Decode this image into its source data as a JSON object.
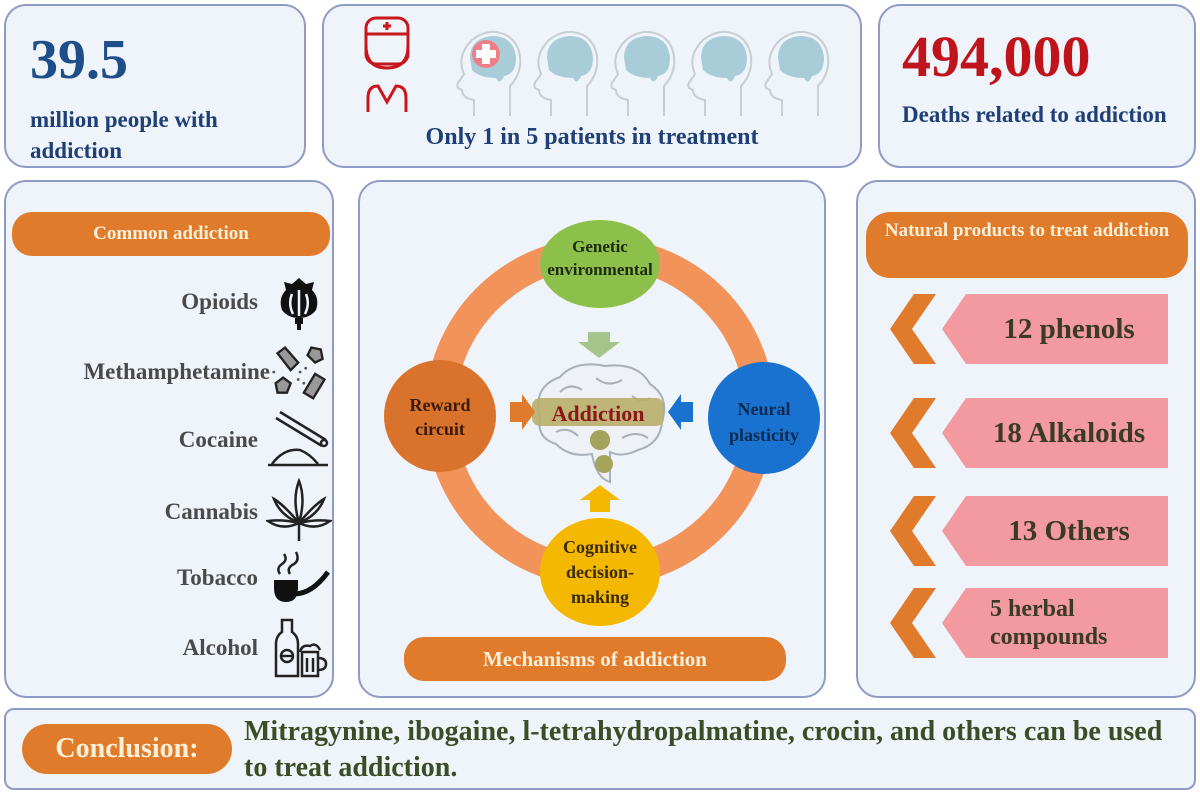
{
  "stats": {
    "people": {
      "value": "39.5",
      "label": "million people with addiction"
    },
    "treatment": {
      "label": "Only 1 in 5 patients in treatment",
      "treated": 1,
      "total": 5
    },
    "deaths": {
      "value": "494,000",
      "label": "Deaths related to addiction"
    }
  },
  "common_addiction": {
    "title": "Common addiction",
    "items": [
      {
        "label": "Opioids",
        "icon": "poppy-icon"
      },
      {
        "label": "Methamphetamine",
        "icon": "crystals-icon"
      },
      {
        "label": "Cocaine",
        "icon": "cocaine-icon"
      },
      {
        "label": "Cannabis",
        "icon": "cannabis-leaf-icon"
      },
      {
        "label": "Tobacco",
        "icon": "pipe-icon"
      },
      {
        "label": "Alcohol",
        "icon": "bottle-mug-icon"
      }
    ]
  },
  "mechanisms": {
    "title": "Mechanisms of addiction",
    "center": "Addiction",
    "nodes": {
      "top": {
        "line1": "Genetic",
        "line2": "environmental"
      },
      "left": {
        "line1": "Reward",
        "line2": "circuit"
      },
      "right": {
        "line1": "Neural",
        "line2": "plasticity"
      },
      "bottom": {
        "line1": "Cognitive",
        "line2": "decision-",
        "line3": "making"
      }
    }
  },
  "natural_products": {
    "title": "Natural products to treat addiction",
    "items": [
      {
        "label": "12 phenols"
      },
      {
        "label": "18 Alkaloids"
      },
      {
        "label": "13 Others"
      },
      {
        "label": "5 herbal compounds"
      }
    ]
  },
  "conclusion": {
    "label": "Conclusion:",
    "text": "Mitragynine, ibogaine, l-tetrahydropalmatine, crocin, and others can be used to treat addiction."
  },
  "colors": {
    "orange": "#e07b2c",
    "navy": "#1f3f77",
    "red": "#c0141c",
    "green_node": "#8dc04a",
    "blue_node": "#1a72d0",
    "yellow_node": "#f5b800",
    "pink_banner": "#f29aa0"
  }
}
